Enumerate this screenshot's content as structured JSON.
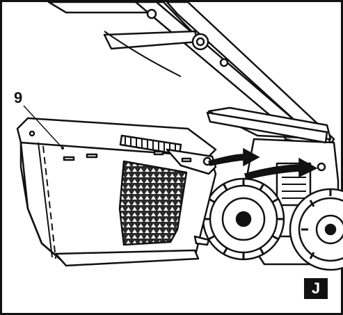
{
  "figure": {
    "part_label": "9",
    "figure_letter": "J"
  },
  "colors": {
    "outline": "#111111",
    "badge_background": "#111111",
    "badge_text": "#ffffff",
    "fill": "#ffffff",
    "grille": "#2a2a2a"
  },
  "parts": [
    "grass-catcher-bag",
    "mower-handle",
    "mower-deck",
    "front-wheel",
    "rear-wheel",
    "discharge-flap"
  ],
  "arrows": [
    "insert-arrow-upper",
    "insert-arrow-lower"
  ]
}
